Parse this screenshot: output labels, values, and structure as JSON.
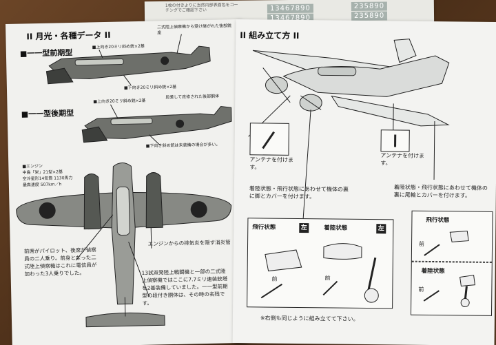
{
  "top_sheet": {
    "small_text": "1枚の付きよりに当然内部表面色をコーチングでご確認下さい",
    "num_a1": "13467890",
    "num_a2": "13467890",
    "num_b1": "235890",
    "num_b2": "235890"
  },
  "left": {
    "title": "II 月光・各種データ II",
    "early_title": "■一一型前期型",
    "early_note_top": "二式陸上偵察機から受け継がれた後部銃座",
    "early_note_upper": "■上向き20ミリ斜め銃×2基",
    "early_note_lower": "■下向き20ミリ斜め銃×2基",
    "late_title": "■一一型後期型",
    "late_note_upper": "■上向き20ミリ斜め銃×2基",
    "late_note_bump": "段差して改修された後部胴体",
    "late_note_lower": "■下向き斜め銃は未装備の場合が多い。",
    "engine_title": "■エンジン",
    "engine_l1": "中島「栄」21型×2基",
    "engine_l2": "空冷星形14気筒 1130馬力",
    "engine_l3": "最高速度 507km／h",
    "crew_note": "前席がパイロット、後席が偵察員の二人乗り。前身となった二式陸上偵察機はこれに電信員が加わった3人乗りでした。",
    "exhaust_note": "エンジンからの排気炎を隠す消炎管",
    "history_note": "13試双発陸上戦闘機と一部の二式陸上偵察機ではここに7.7ミリ連装銃塔を2基装備していました。一一型前期型の段付き胴体は、その時の名残です。"
  },
  "right": {
    "title": "II 組み立て方 II",
    "antenna_left": "アンテナを付けます。",
    "antenna_right": "アンテナを付けます。",
    "instr_left": "着陸状態・飛行状態にあわせて機体の裏に脚とカバーを付けます。",
    "instr_right": "着陸状態・飛行状態にあわせて機体の裏に尾輪とカバーを付けます。",
    "flight_label": "飛行状態",
    "landing_label": "着陸状態",
    "left_badge": "左",
    "front_label": "前",
    "flight_label_r": "飛行状態",
    "landing_label_r": "着陸状態",
    "footer": "※右側も同じように組み立てて下さい。"
  }
}
